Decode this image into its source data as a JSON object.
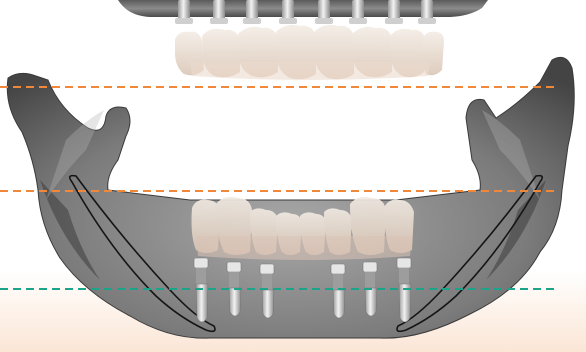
{
  "illustration": {
    "subject": "dental-implant-jaw-diagram",
    "colors": {
      "bone_light": "#b9b9b9",
      "bone_mid": "#8a8a8a",
      "bone_dark": "#3a3a3a",
      "tooth": "#ece2d8",
      "tooth_shade": "#d9c7b7",
      "implant": "#d7d7d7",
      "implant_dark": "#7a7a7a",
      "line_orange": "#f0883a",
      "line_teal": "#1aa58a",
      "floor_tint": "#fbe9dc"
    },
    "upper_implant_count": 8,
    "lower_implant_count": 6,
    "reference_lines": [
      "orange",
      "orange",
      "teal"
    ]
  }
}
